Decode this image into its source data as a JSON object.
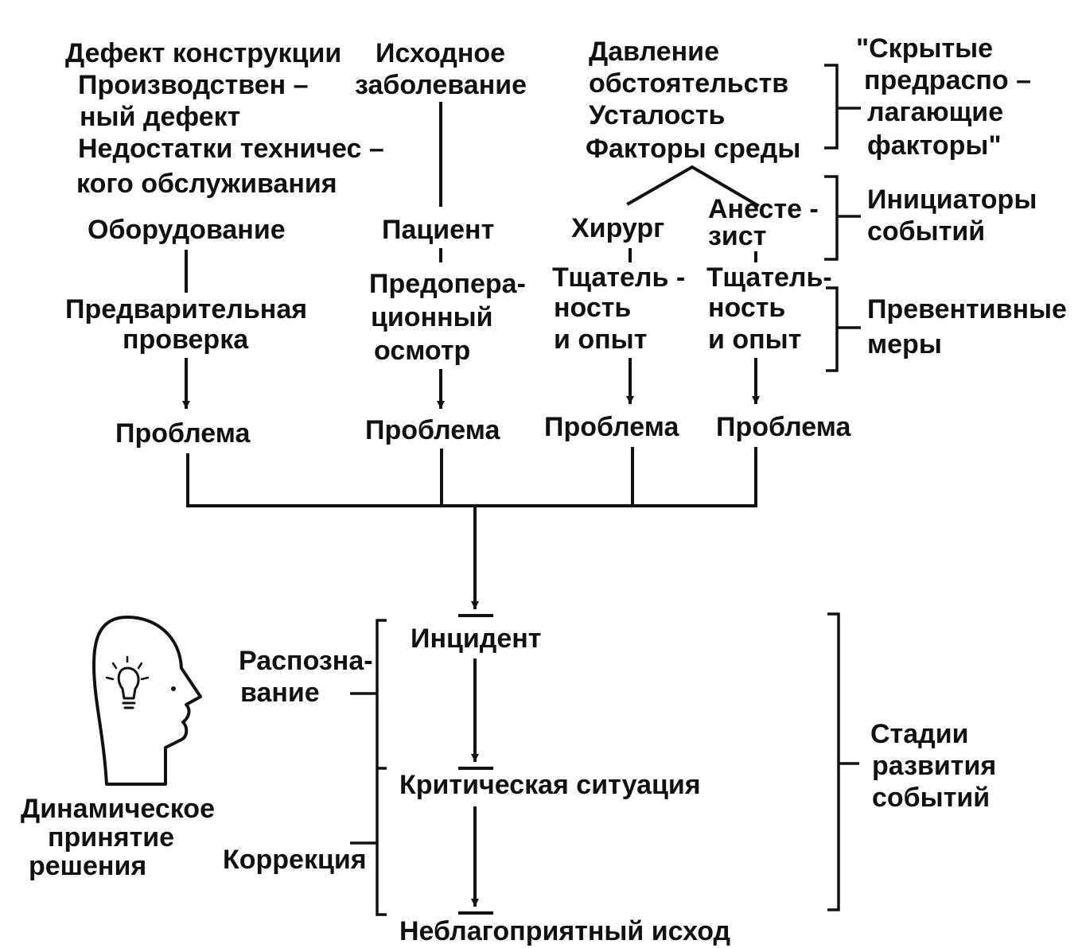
{
  "columns": {
    "equipment": {
      "factors": [
        "Дефект конструкции",
        "Производствен –",
        "ный   дефект",
        "Недостатки техничес –",
        "кого  обслуживания"
      ],
      "initiator": "Оборудование",
      "prevention": [
        "Предварительная",
        "проверка"
      ],
      "problem": "Проблема"
    },
    "patient": {
      "factors": [
        "Исходное",
        "заболевание"
      ],
      "initiator": "Пациент",
      "prevention": [
        "Предопера-",
        "ционный",
        "осмотр"
      ],
      "problem": "Проблема"
    },
    "shared_factors": [
      "Давление",
      "обстоятельств",
      "Усталость",
      "Факторы среды"
    ],
    "surgeon": {
      "initiator": "Хирург",
      "prevention": [
        "Тщатель -",
        "ность",
        "и опыт"
      ],
      "problem": "Проблема"
    },
    "anesthetist": {
      "initiator": [
        "Анесте -",
        "зист"
      ],
      "prevention": [
        "Тщатель-",
        "ность",
        "и опыт"
      ],
      "problem": "Проблема"
    }
  },
  "right_labels": {
    "hidden_factors": [
      "\"Скрытые",
      "предраспо –",
      "лагающие",
      "факторы\""
    ],
    "initiators": [
      "Инициаторы",
      "событий"
    ],
    "preventive": [
      "Превентивные",
      "меры"
    ],
    "stages": [
      "Стадии",
      "развития",
      "событий"
    ]
  },
  "stages": [
    "Инцидент",
    "Критическая ситуация",
    "Неблагоприятный исход"
  ],
  "left_labels": {
    "recognition": [
      "Распозна-",
      "вание"
    ],
    "correction": "Коррекция"
  },
  "decision": {
    "icon": "head-with-lightbulb-icon",
    "caption": [
      "Динамическое",
      "принятие",
      "решения"
    ]
  }
}
